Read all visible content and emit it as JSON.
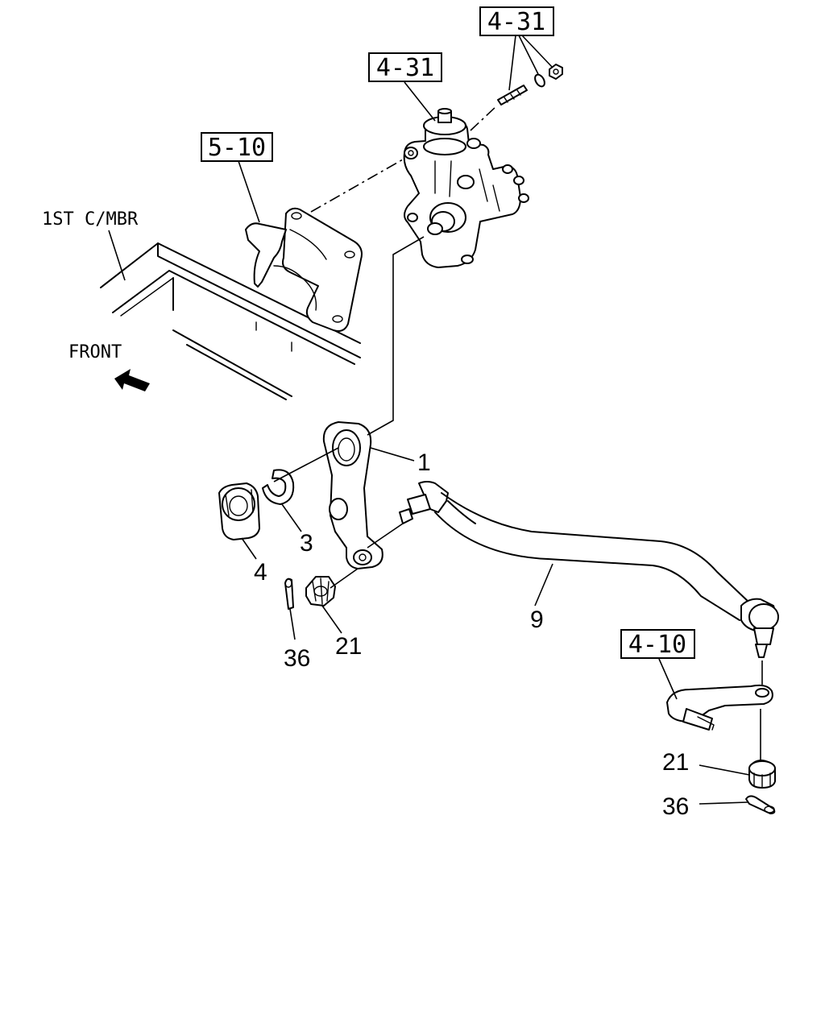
{
  "labels": {
    "member": "1ST C/MBR",
    "front": "FRONT"
  },
  "ref_boxes": {
    "gearbox_top": "4-31",
    "gearbox": "4-31",
    "bracket": "5-10",
    "knuckle_arm": "4-10"
  },
  "callouts": {
    "pitman_arm": "1",
    "lock_washer": "3",
    "nut": "4",
    "drag_link": "9",
    "castle_nut_upper": "21",
    "cotter_pin_upper": "36",
    "castle_nut_lower": "21",
    "cotter_pin_lower": "36"
  }
}
